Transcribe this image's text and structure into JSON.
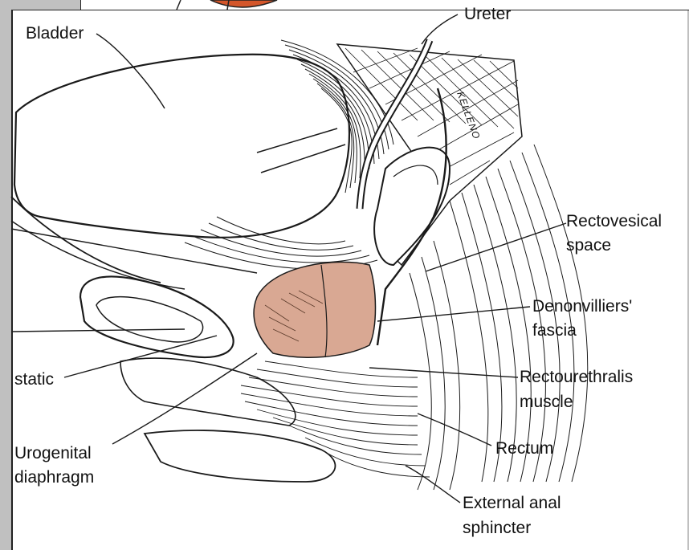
{
  "labels": {
    "bladder": "Bladder",
    "ureter": "Ureter",
    "rectovesical_1": "Rectovesical",
    "rectovesical_2": "space",
    "denonvilliers_1": "Denonvilliers'",
    "denonvilliers_2": "fascia",
    "rectourethralis_1": "Rectourethralis",
    "rectourethralis_2": "muscle",
    "rectum": "Rectum",
    "external_1": "External anal",
    "external_2": "sphincter",
    "prostatic": "static",
    "urogenital_1": "Urogenital",
    "urogenital_2": "diaphragm",
    "signature": "KELLENO"
  },
  "colors": {
    "prostate": "#d9a893",
    "orange_fragment": "#d4562a",
    "line": "#1a1a1a",
    "panel_bg": "#ffffff",
    "frame_bg": "#c0c0c0"
  }
}
